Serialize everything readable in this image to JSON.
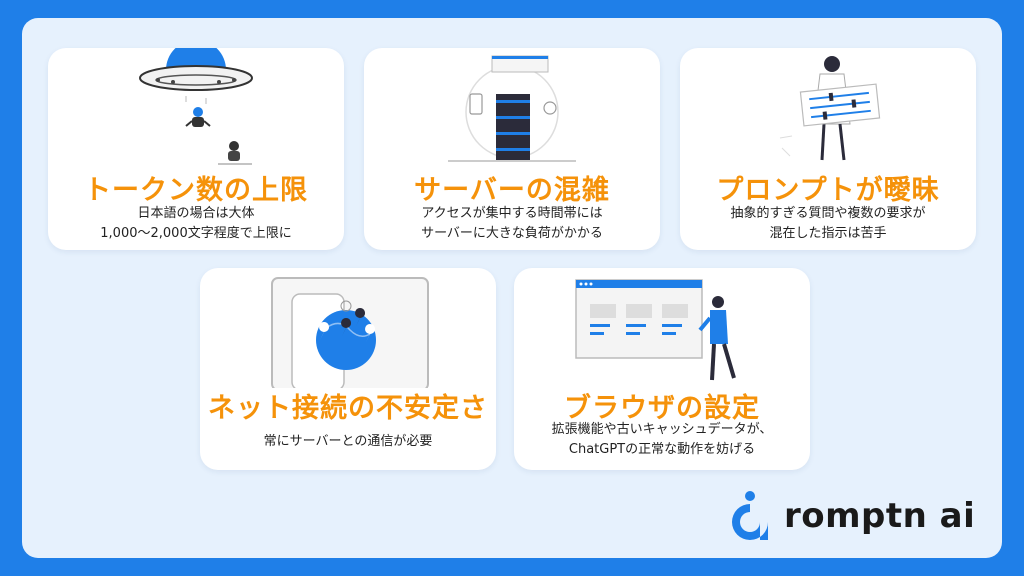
{
  "cards": [
    {
      "title": "トークン数の上限",
      "lines": [
        "日本語の場合は大体",
        "1,000〜2,000文字程度で上限に"
      ]
    },
    {
      "title": "サーバーの混雑",
      "lines": [
        "アクセスが集中する時間帯には",
        "サーバーに大きな負荷がかかる"
      ]
    },
    {
      "title": "プロンプトが曖昧",
      "lines": [
        "抽象的すぎる質問や複数の要求が",
        "混在した指示は苦手"
      ]
    },
    {
      "title": "ネット接続の不安定さ",
      "lines": [
        "常にサーバーとの通信が必要"
      ]
    },
    {
      "title": "ブラウザの設定",
      "lines": [
        "拡張機能や古いキャッシュデータが、",
        "ChatGPTの正常な動作を妨げる"
      ]
    }
  ],
  "logo": {
    "text": "romptn ai"
  },
  "colors": {
    "background": "#1f7fe8",
    "panel": "#e6f1fd",
    "title": "#f5920a",
    "accent": "#1f7fe8"
  },
  "icons": [
    "ufo-icon",
    "server-icon",
    "sliders-board-icon",
    "globe-map-icon",
    "browser-presentation-icon",
    "romptn-logo-icon"
  ]
}
